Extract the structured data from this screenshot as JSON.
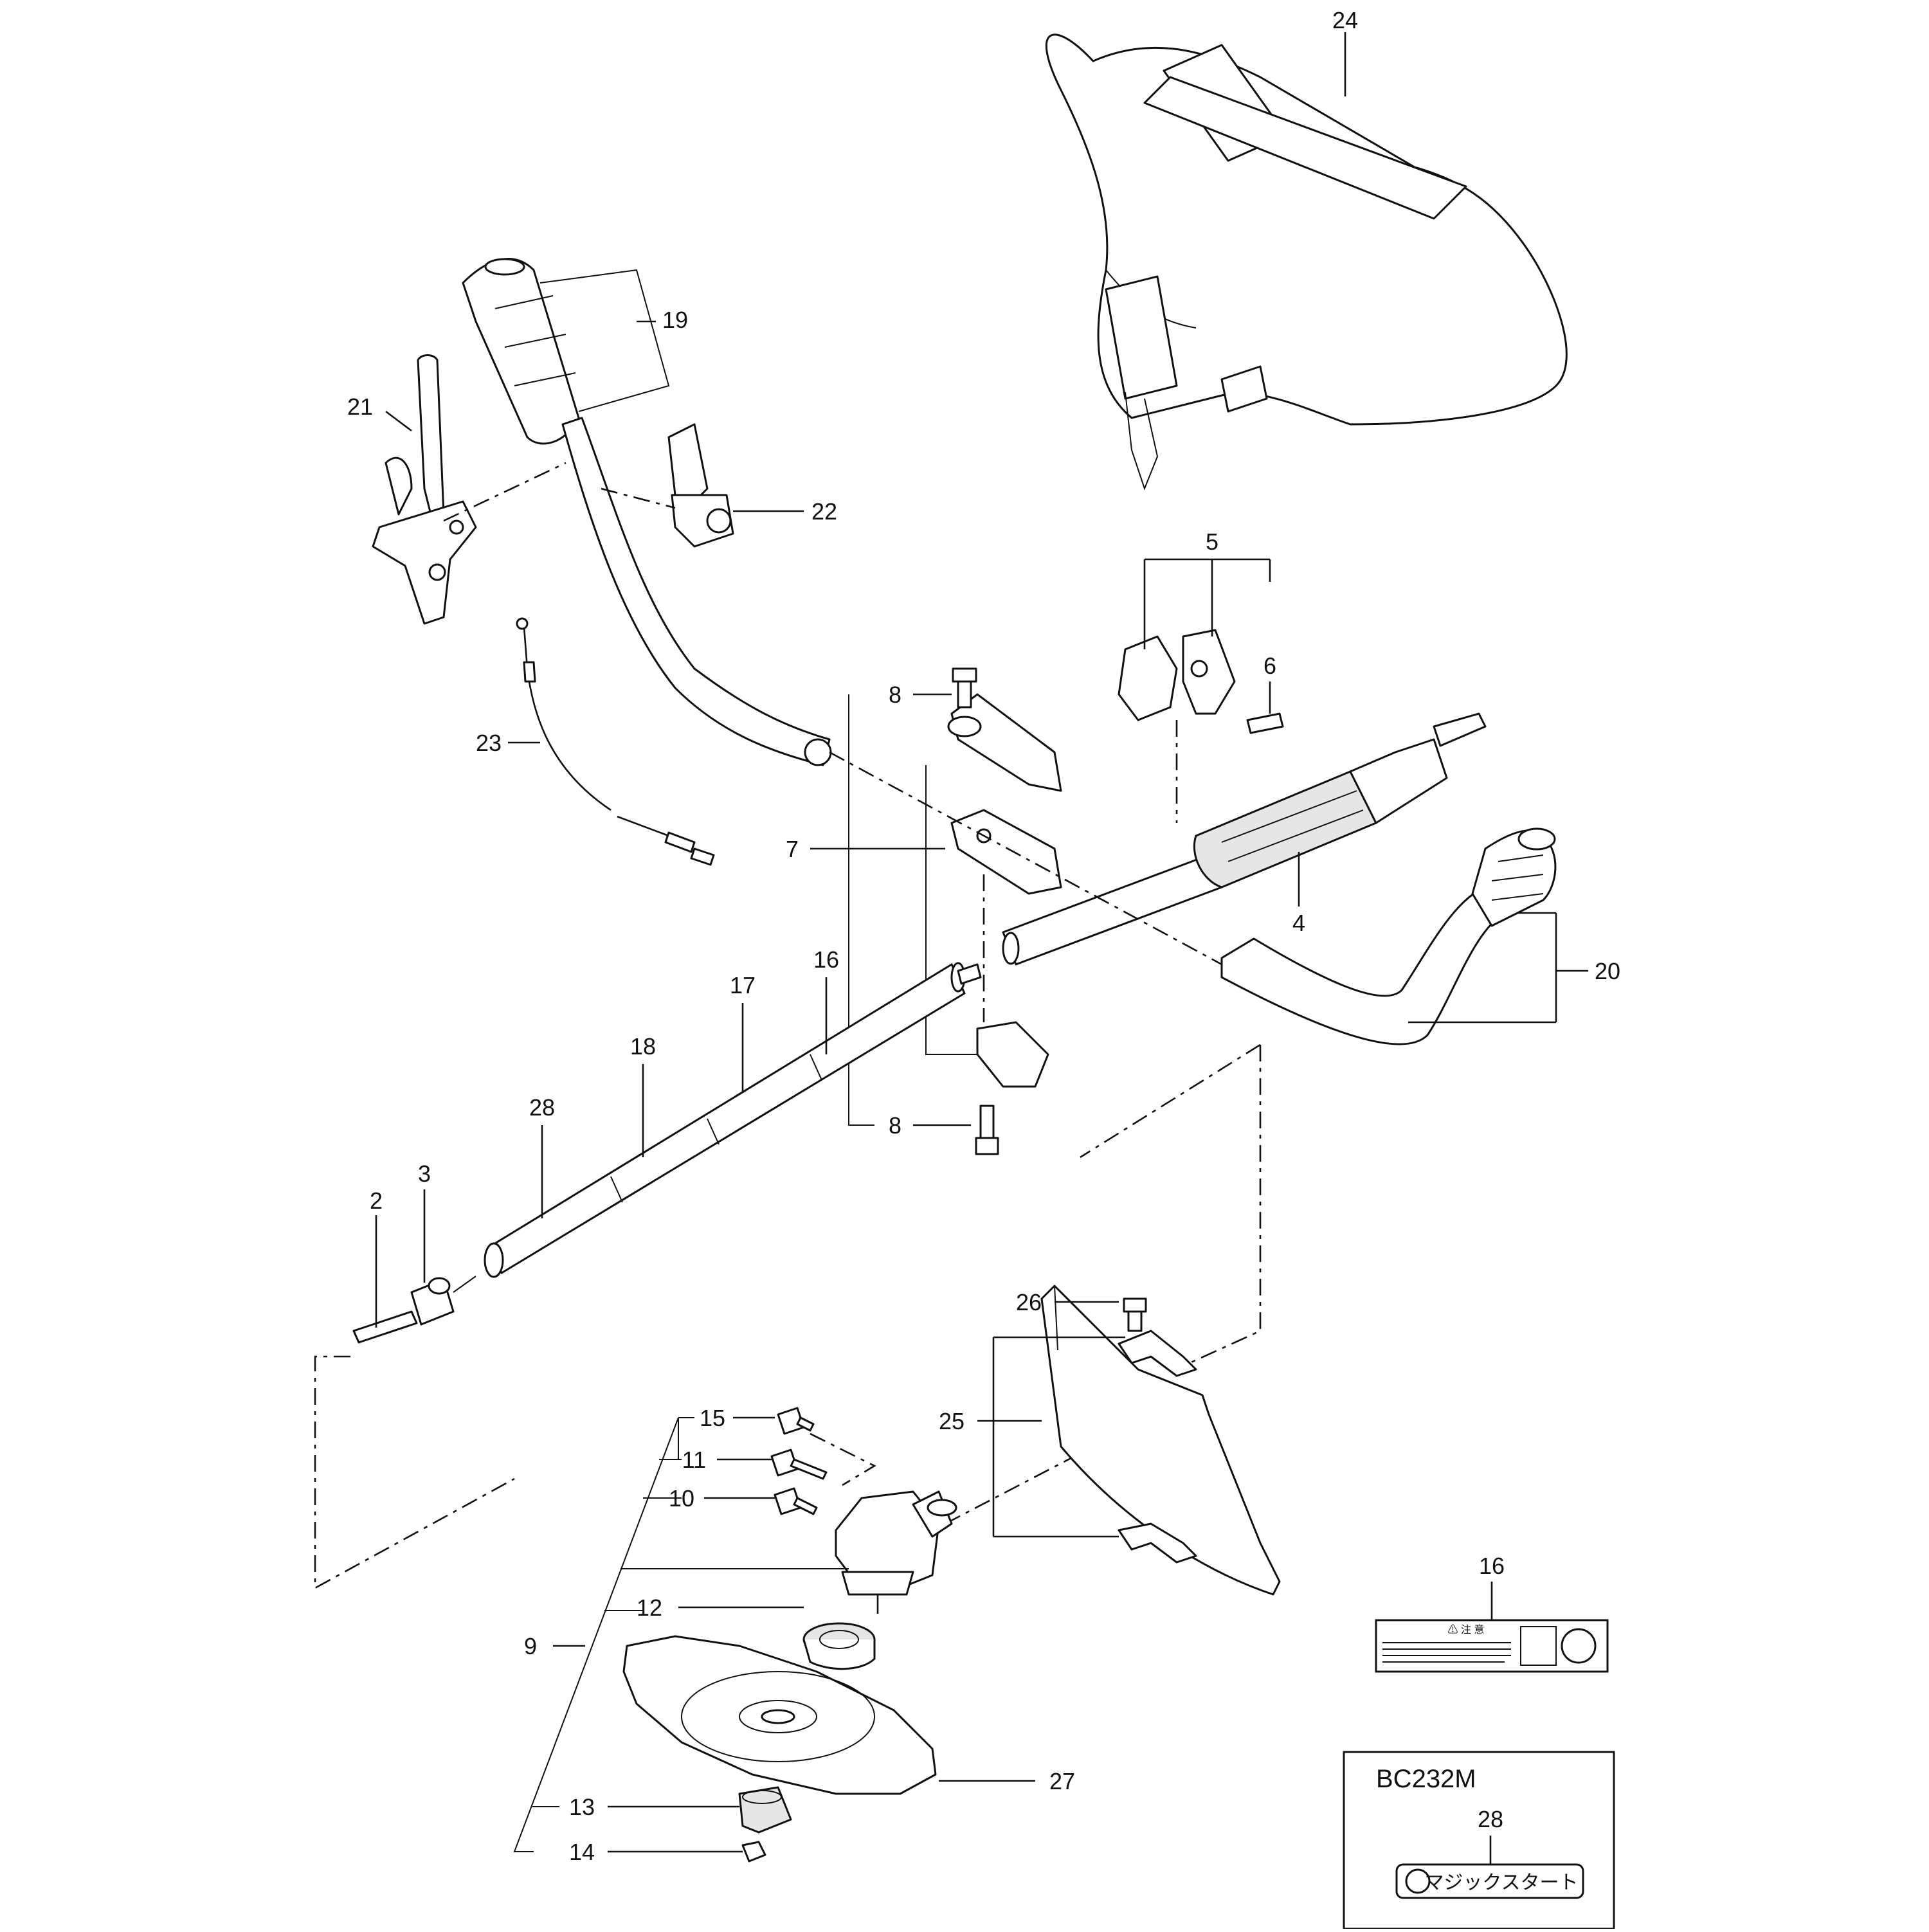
{
  "callouts": {
    "c24": "24",
    "c19": "19",
    "c21": "21",
    "c22": "22",
    "c5": "5",
    "c6": "6",
    "c8a": "8",
    "c23": "23",
    "c7": "7",
    "c4": "4",
    "c16": "16",
    "c20": "20",
    "c17": "17",
    "c18": "18",
    "c28": "28",
    "c8b": "8",
    "c2": "2",
    "c3": "3",
    "c26": "26",
    "c25": "25",
    "c15": "15",
    "c11": "11",
    "c10": "10",
    "c12": "12",
    "c9": "9",
    "c27": "27",
    "c13": "13",
    "c14": "14",
    "c16b": "16",
    "c28b": "28"
  },
  "model_box": {
    "model": "BC232M"
  },
  "warning_label": {
    "heading": "⚠ 注 意"
  },
  "sticker": {
    "text": "マジックスタート"
  }
}
